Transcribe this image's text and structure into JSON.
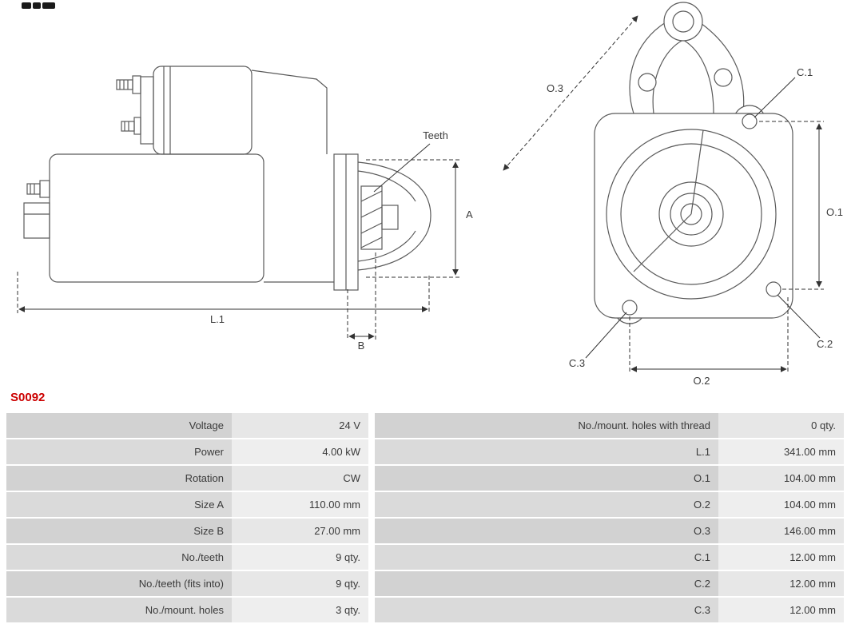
{
  "part_number": "S0092",
  "drawing": {
    "side_view": {
      "teeth_label": "Teeth",
      "dim_a": "A",
      "dim_l1": "L.1",
      "dim_b": "B"
    },
    "front_view": {
      "dim_o1": "O.1",
      "dim_o2": "O.2",
      "dim_o3": "O.3",
      "dim_c1": "C.1",
      "dim_c2": "C.2",
      "dim_c3": "C.3"
    }
  },
  "table": {
    "rows": [
      {
        "left_label": "Voltage",
        "left_value": "24 V",
        "right_label": "No./mount. holes with thread",
        "right_value": "0 qty."
      },
      {
        "left_label": "Power",
        "left_value": "4.00 kW",
        "right_label": "L.1",
        "right_value": "341.00 mm"
      },
      {
        "left_label": "Rotation",
        "left_value": "CW",
        "right_label": "O.1",
        "right_value": "104.00 mm"
      },
      {
        "left_label": "Size A",
        "left_value": "110.00 mm",
        "right_label": "O.2",
        "right_value": "104.00 mm"
      },
      {
        "left_label": "Size B",
        "left_value": "27.00 mm",
        "right_label": "O.3",
        "right_value": "146.00 mm"
      },
      {
        "left_label": "No./teeth",
        "left_value": "9 qty.",
        "right_label": "C.1",
        "right_value": "12.00 mm"
      },
      {
        "left_label": "No./teeth (fits into)",
        "left_value": "9 qty.",
        "right_label": "C.2",
        "right_value": "12.00 mm"
      },
      {
        "left_label": "No./mount. holes",
        "left_value": "3 qty.",
        "right_label": "C.3",
        "right_value": "12.00 mm"
      }
    ]
  }
}
